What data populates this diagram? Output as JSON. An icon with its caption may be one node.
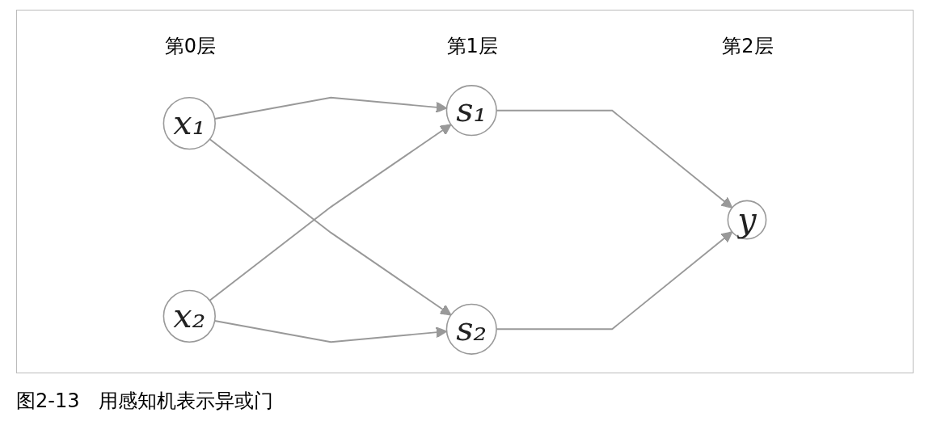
{
  "diagram": {
    "caption": "图2-13　用感知机表示异或门",
    "nodes": [
      {
        "text": [
          "x₁"
        ]
      },
      {
        "text": [
          "x₂"
        ]
      },
      {
        "text": [
          "s₁"
        ]
      },
      {
        "text": [
          "s₂"
        ]
      },
      {
        "text": [
          "y"
        ]
      }
    ],
    "edges": [
      {
        "from": 0,
        "to": 2,
        "arrow": "to"
      },
      {
        "from": 0,
        "to": 3,
        "arrow": "to"
      },
      {
        "from": 1,
        "to": 2,
        "arrow": "to"
      },
      {
        "from": 1,
        "to": 3,
        "arrow": "to"
      },
      {
        "from": 2,
        "to": 4,
        "arrow": "to"
      },
      {
        "from": 3,
        "to": 4,
        "arrow": "to"
      }
    ],
    "labels": [
      "第0层",
      "第1层",
      "第2层"
    ]
  }
}
